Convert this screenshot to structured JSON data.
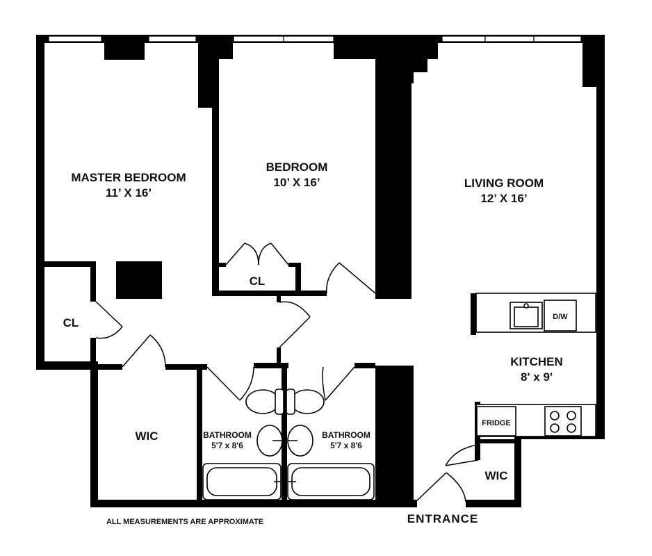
{
  "rooms": {
    "master_bedroom": {
      "name": "MASTER BEDROOM",
      "dims": "11’ X 16’"
    },
    "bedroom": {
      "name": "BEDROOM",
      "dims": "10’ X 16’"
    },
    "living_room": {
      "name": "LIVING ROOM",
      "dims": "12’ X 16’"
    },
    "kitchen": {
      "name": "KITCHEN",
      "dims": "8' x 9'"
    },
    "closet_bedroom": {
      "name": "CL"
    },
    "closet_master": {
      "name": "CL"
    },
    "wic_master": {
      "name": "WIC"
    },
    "wic_entry": {
      "name": "WIC"
    },
    "bathroom_left": {
      "name": "BATHROOM",
      "dims": "5'7 x 8'6"
    },
    "bathroom_right": {
      "name": "BATHROOM",
      "dims": "5'7 x 8'6"
    }
  },
  "appliances": {
    "dishwasher": "D/W",
    "fridge": "FRIDGE"
  },
  "entrance_label": "ENTRANCE",
  "note": "ALL MEASUREMENTS ARE APPROXIMATE",
  "colors": {
    "wall": "#000000",
    "background": "#ffffff"
  }
}
